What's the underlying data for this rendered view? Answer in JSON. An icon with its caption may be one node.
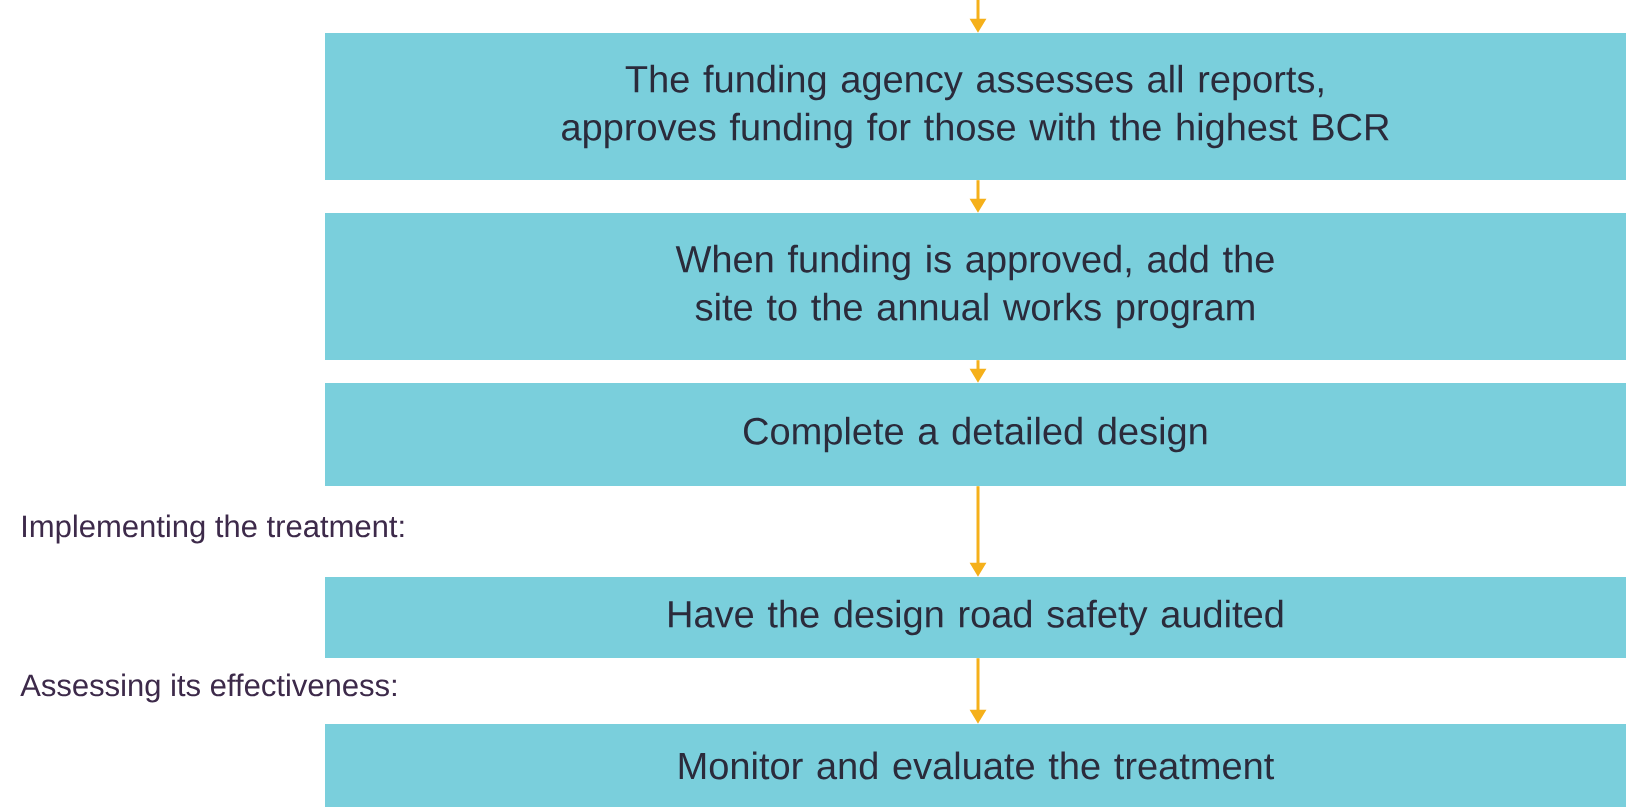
{
  "diagram": {
    "nodes": [
      {
        "text": [
          "The funding agency assesses all reports, approves funding for those with the highest BCR"
        ]
      },
      {
        "text": [
          "When funding is approved, add the site to the annual works program"
        ]
      },
      {
        "text": [
          "Complete a detailed design"
        ]
      },
      {
        "text": [
          "Have the design road safety audited"
        ]
      },
      {
        "text": [
          "Monitor and evaluate the treatment"
        ]
      }
    ],
    "edges": [
      {
        "from": null,
        "to": 0,
        "arrow": "to"
      },
      {
        "from": 0,
        "to": 1,
        "arrow": "to"
      },
      {
        "from": 1,
        "to": 2,
        "arrow": "to"
      },
      {
        "from": 2,
        "to": 3,
        "arrow": "to"
      },
      {
        "from": 3,
        "to": 4,
        "arrow": "to"
      }
    ],
    "labels": [
      "Implementing the treatment:",
      "Assessing its effectiveness:"
    ]
  }
}
